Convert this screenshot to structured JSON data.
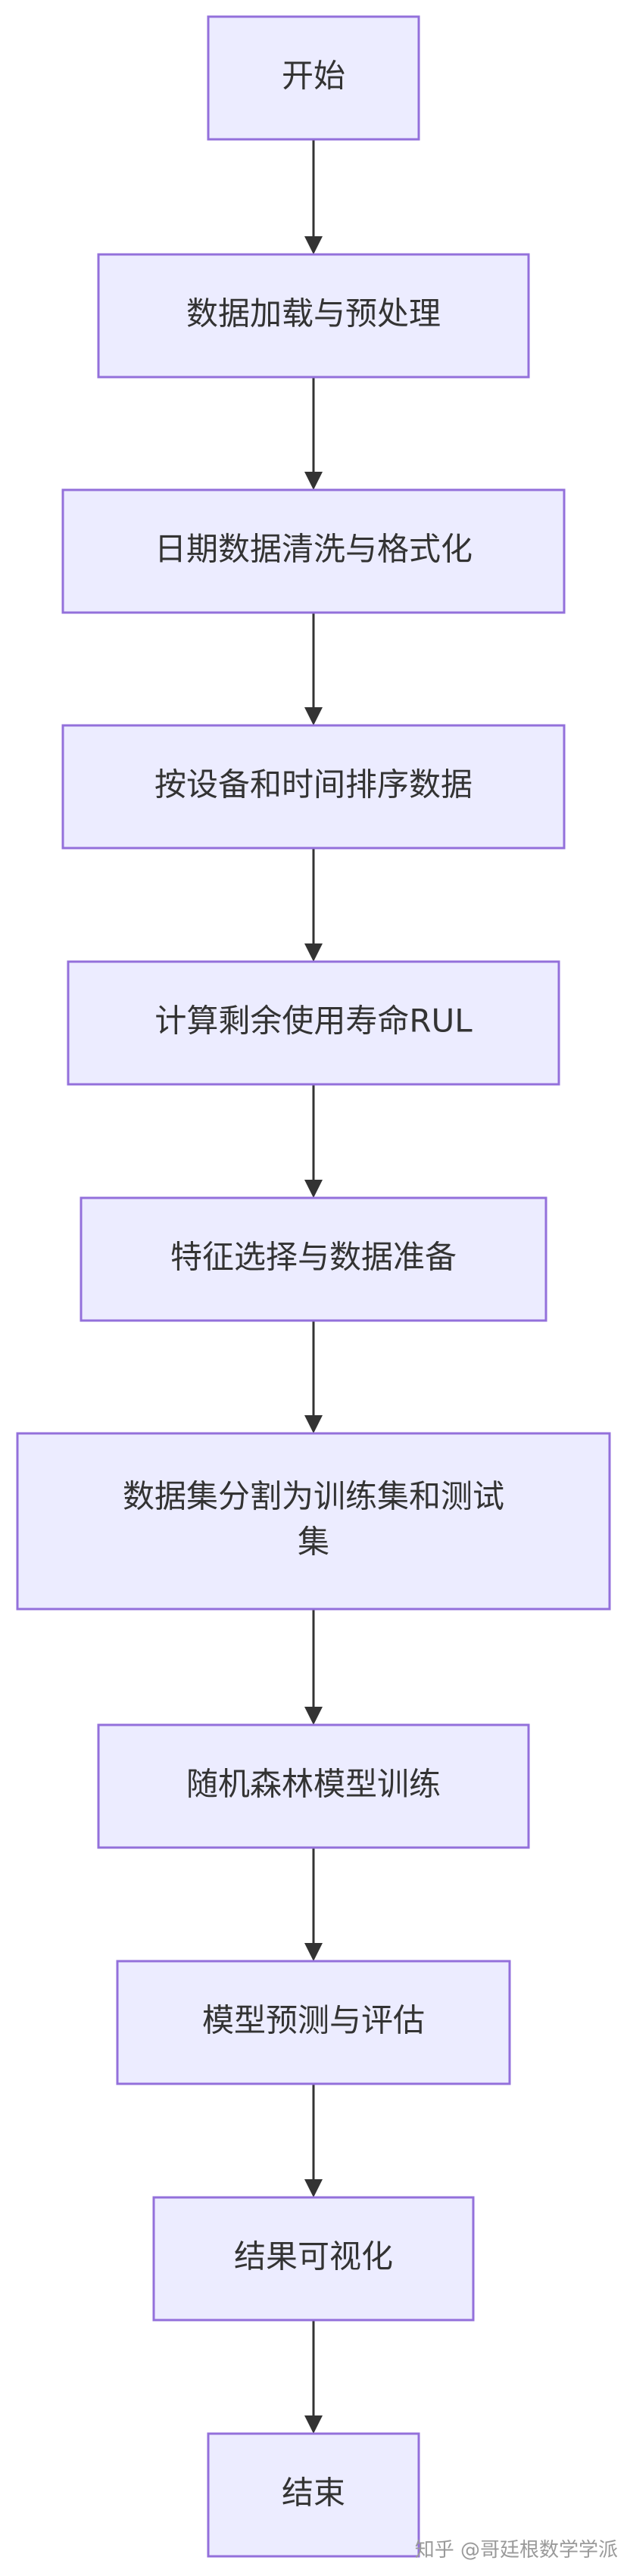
{
  "flowchart": {
    "nodes": [
      {
        "id": "start",
        "lines": [
          "开始"
        ]
      },
      {
        "id": "load",
        "lines": [
          "数据加载与预处理"
        ]
      },
      {
        "id": "clean",
        "lines": [
          "日期数据清洗与格式化"
        ]
      },
      {
        "id": "sort",
        "lines": [
          "按设备和时间排序数据"
        ]
      },
      {
        "id": "rul",
        "lines": [
          "计算剩余使用寿命RUL"
        ]
      },
      {
        "id": "feature",
        "lines": [
          "特征选择与数据准备"
        ]
      },
      {
        "id": "split",
        "lines": [
          "数据集分割为训练集和测试",
          "集"
        ]
      },
      {
        "id": "train",
        "lines": [
          "随机森林模型训练"
        ]
      },
      {
        "id": "eval",
        "lines": [
          "模型预测与评估"
        ]
      },
      {
        "id": "viz",
        "lines": [
          "结果可视化"
        ]
      },
      {
        "id": "end",
        "lines": [
          "结束"
        ]
      }
    ],
    "edges": [
      [
        "start",
        "load"
      ],
      [
        "load",
        "clean"
      ],
      [
        "clean",
        "sort"
      ],
      [
        "sort",
        "rul"
      ],
      [
        "rul",
        "feature"
      ],
      [
        "feature",
        "split"
      ],
      [
        "split",
        "train"
      ],
      [
        "train",
        "eval"
      ],
      [
        "eval",
        "viz"
      ],
      [
        "viz",
        "end"
      ]
    ]
  },
  "watermark": "知乎 @哥廷根数学学派",
  "colors": {
    "node_fill": "#ECECFF",
    "node_stroke": "#9370DB",
    "edge": "#333333",
    "text": "#333333"
  }
}
